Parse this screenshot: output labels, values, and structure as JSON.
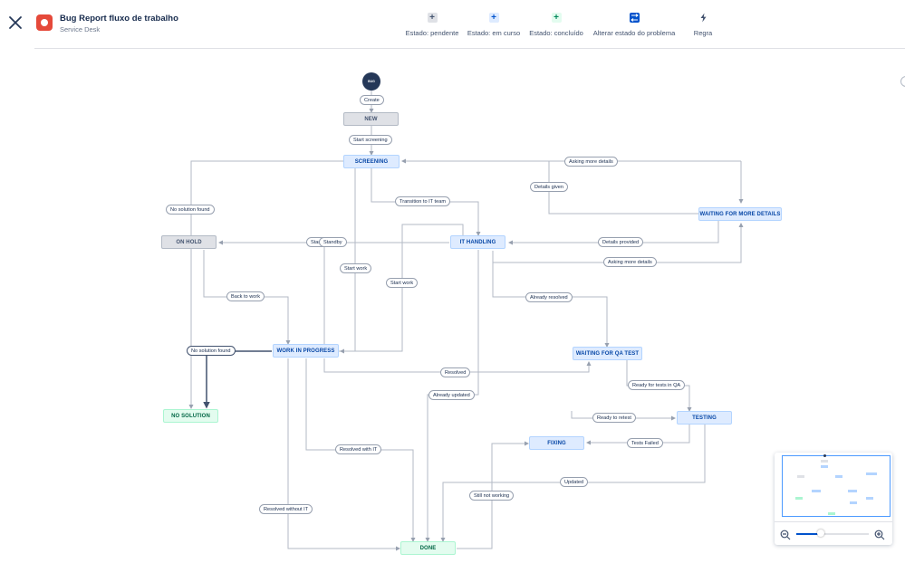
{
  "header": {
    "title": "Bug Report fluxo de trabalho",
    "subtitle": "Service Desk",
    "close_icon": "close-icon"
  },
  "toolbar": [
    {
      "label": "Estado: pendente",
      "icon": "plus-icon",
      "color": "#6b778c"
    },
    {
      "label": "Estado: em curso",
      "icon": "plus-icon",
      "color": "#0052cc"
    },
    {
      "label": "Estado: concluído",
      "icon": "plus-icon",
      "color": "#00875a"
    },
    {
      "label": "Alterar estado do problema",
      "icon": "transition-icon",
      "color": "#0052cc"
    },
    {
      "label": "Regra",
      "icon": "lightning-icon",
      "color": "#42526e"
    }
  ],
  "start": {
    "label": "Create",
    "circle_text": "BUG REPORT"
  },
  "statuses": {
    "new": "NEW",
    "screening": "SCREENING",
    "waiting_more_details": "WAITING FOR MORE DETAILS",
    "on_hold": "ON HOLD",
    "it_handling": "IT HANDLING",
    "work_in_progress": "WORK IN PROGRESS",
    "waiting_qa_test": "WAITING FOR QA TEST",
    "no_solution": "NO SOLUTION",
    "testing": "TESTING",
    "fixing": "FIXING",
    "done": "DONE"
  },
  "transitions": {
    "start_screening": "Start screening",
    "asking_more_details_1": "Asking more details",
    "details_given": "Details given",
    "no_solution_found_1": "No solution found",
    "transition_to_it_team": "Transition to IT team",
    "standby_1": "Standby",
    "standby_2": "Standby",
    "details_provided": "Details provided",
    "asking_more_details_2": "Asking more details",
    "start_work_1": "Start work",
    "start_work_2": "Start work",
    "back_to_work": "Back to work",
    "already_resolved": "Already resolved",
    "no_solution_found_2": "No solution found",
    "resolved": "Resolved",
    "ready_for_tests_in_qa": "Ready for tests in QA",
    "already_updated": "Already updated",
    "ready_to_retest": "Ready to retest",
    "tests_failed": "Tests Failed",
    "resolved_with_it": "Resolved with IT",
    "updated": "Updated",
    "still_not_working": "Still not working",
    "resolved_without_it": "Resolved without IT"
  },
  "colors": {
    "line": "#b3bac5",
    "accent": "#0052cc",
    "brand_icon": "#e5493a"
  }
}
